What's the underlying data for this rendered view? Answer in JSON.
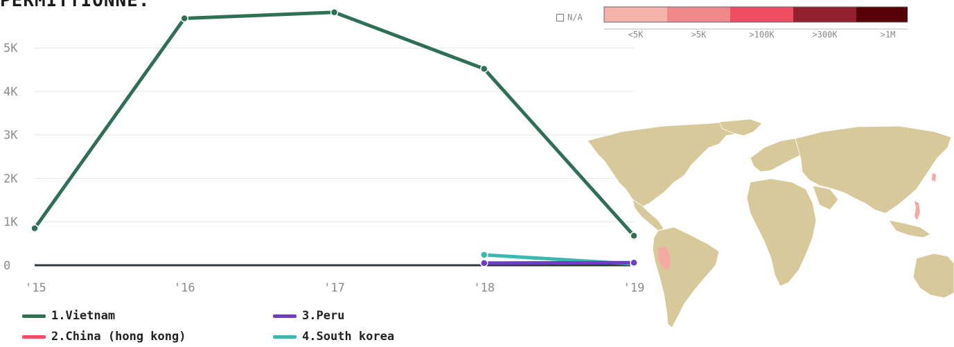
{
  "title": "PERMITTIONNE.",
  "na_label": "N/A",
  "color_legend": [
    {
      "label": "<5K",
      "color": "#f4b3ab"
    },
    {
      "label": ">5K",
      "color": "#f0888a"
    },
    {
      "label": ">100K",
      "color": "#ee4d62"
    },
    {
      "label": ">300K",
      "color": "#93202f"
    },
    {
      "label": ">1M",
      "color": "#560008"
    }
  ],
  "map_colors": {
    "land": "#d8c99b",
    "highlight": "#f4a9a3"
  },
  "chart_data": {
    "type": "line",
    "x": [
      "'15",
      "'16",
      "'17",
      "'18",
      "'19"
    ],
    "yticks": [
      0,
      1000,
      2000,
      3000,
      4000,
      5000
    ],
    "ytick_labels": [
      "0",
      "1K",
      "2K",
      "3K",
      "4K",
      "5K"
    ],
    "ylim": [
      0,
      5800
    ],
    "grid": true,
    "series": [
      {
        "name": "1.Vietnam",
        "color": "#2f7055",
        "values": [
          850,
          5680,
          5820,
          4520,
          680
        ]
      },
      {
        "name": "2.China (hong kong)",
        "color": "#ee4d62",
        "values": [
          null,
          null,
          null,
          null,
          650
        ]
      },
      {
        "name": "3.Peru",
        "color": "#6b3ec4",
        "values": [
          null,
          null,
          null,
          50,
          60
        ]
      },
      {
        "name": "4.South korea",
        "color": "#3cb8b2",
        "values": [
          null,
          null,
          null,
          240,
          30
        ]
      }
    ]
  }
}
